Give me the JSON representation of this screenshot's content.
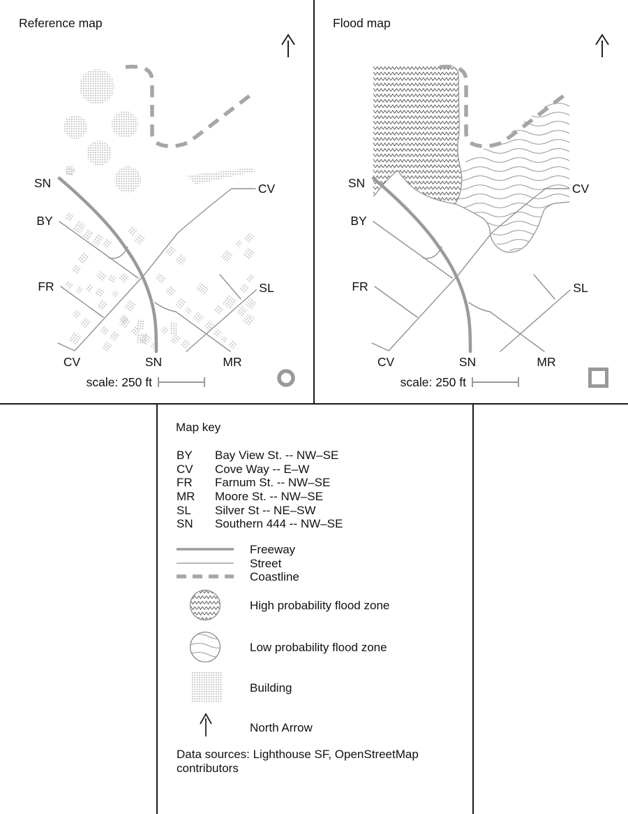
{
  "colors": {
    "map_gray": "#9a9a9a",
    "street_gray": "#909090",
    "coast_gray": "#a6a6a6",
    "zigzag_gray": "#4f4f4f",
    "building_dot_gray": "#b0b0b0",
    "text": "#111111"
  },
  "reference_map": {
    "title": "Reference map",
    "scale_label": "scale: 250 ft",
    "labels": {
      "sn_top": "SN",
      "by": "BY",
      "fr": "FR",
      "cv_bottom": "CV",
      "sn_bottom": "SN",
      "mr": "MR",
      "sl": "SL",
      "cv_right": "CV"
    }
  },
  "flood_map": {
    "title": "Flood map",
    "scale_label": "scale: 250 ft",
    "labels": {
      "sn_top": "SN",
      "by": "BY",
      "fr": "FR",
      "cv_bottom": "CV",
      "sn_bottom": "SN",
      "mr": "MR",
      "sl": "SL",
      "cv_right": "CV"
    }
  },
  "map_key": {
    "title": "Map key",
    "streets": [
      {
        "code": "BY",
        "name": "Bay View St. -- NW–SE"
      },
      {
        "code": "CV",
        "name": "Cove Way -- E–W"
      },
      {
        "code": "FR",
        "name": "Farnum St. -- NW–SE"
      },
      {
        "code": "MR",
        "name": "Moore St. -- NW–SE"
      },
      {
        "code": "SL",
        "name": "Silver St -- NE–SW"
      },
      {
        "code": "SN",
        "name": "Southern 444 -- NW–SE"
      }
    ],
    "lines": [
      {
        "label": "Freeway"
      },
      {
        "label": "Street"
      },
      {
        "label": "Coastline"
      }
    ],
    "zones": [
      {
        "label": "High probability flood zone"
      },
      {
        "label": "Low probability flood zone"
      },
      {
        "label": "Building"
      },
      {
        "label": "North Arrow"
      }
    ],
    "data_sources": "Data sources: Lighthouse SF, OpenStreetMap contributors"
  }
}
